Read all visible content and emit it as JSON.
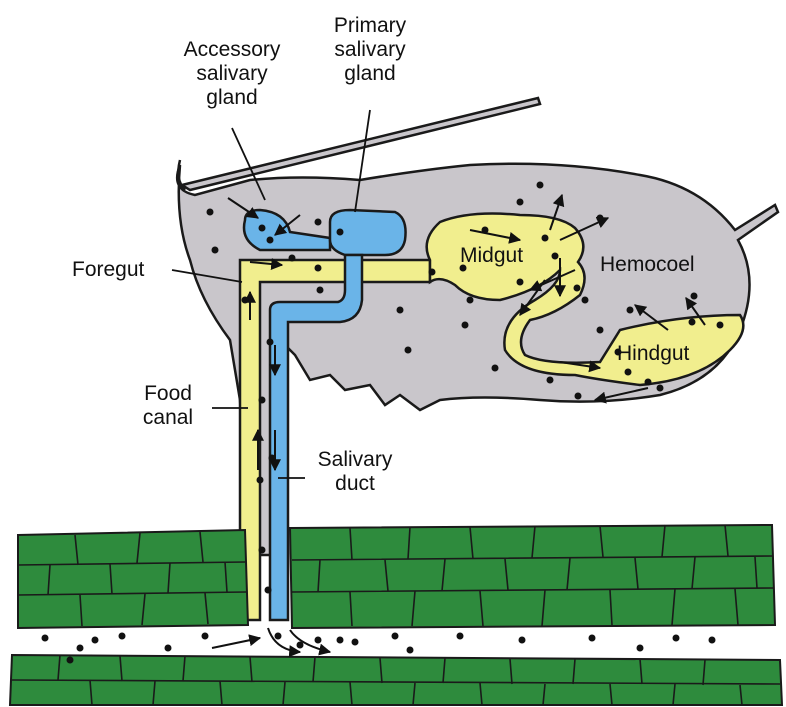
{
  "diagram": {
    "labels": {
      "accessory_salivary_gland": "Accessory\nsalivary\ngland",
      "primary_salivary_gland": "Primary\nsalivary\ngland",
      "foregut": "Foregut",
      "midgut": "Midgut",
      "hemocoel": "Hemocoel",
      "hindgut": "Hindgut",
      "food_canal": "Food\ncanal",
      "salivary_duct": "Salivary\nduct"
    },
    "colors": {
      "body": "#c9c6cb",
      "gut": "#f1ee8e",
      "salivary": "#6ab4e8",
      "plant_cell": "#2e8b3d",
      "outline": "#1a1a1a"
    }
  }
}
